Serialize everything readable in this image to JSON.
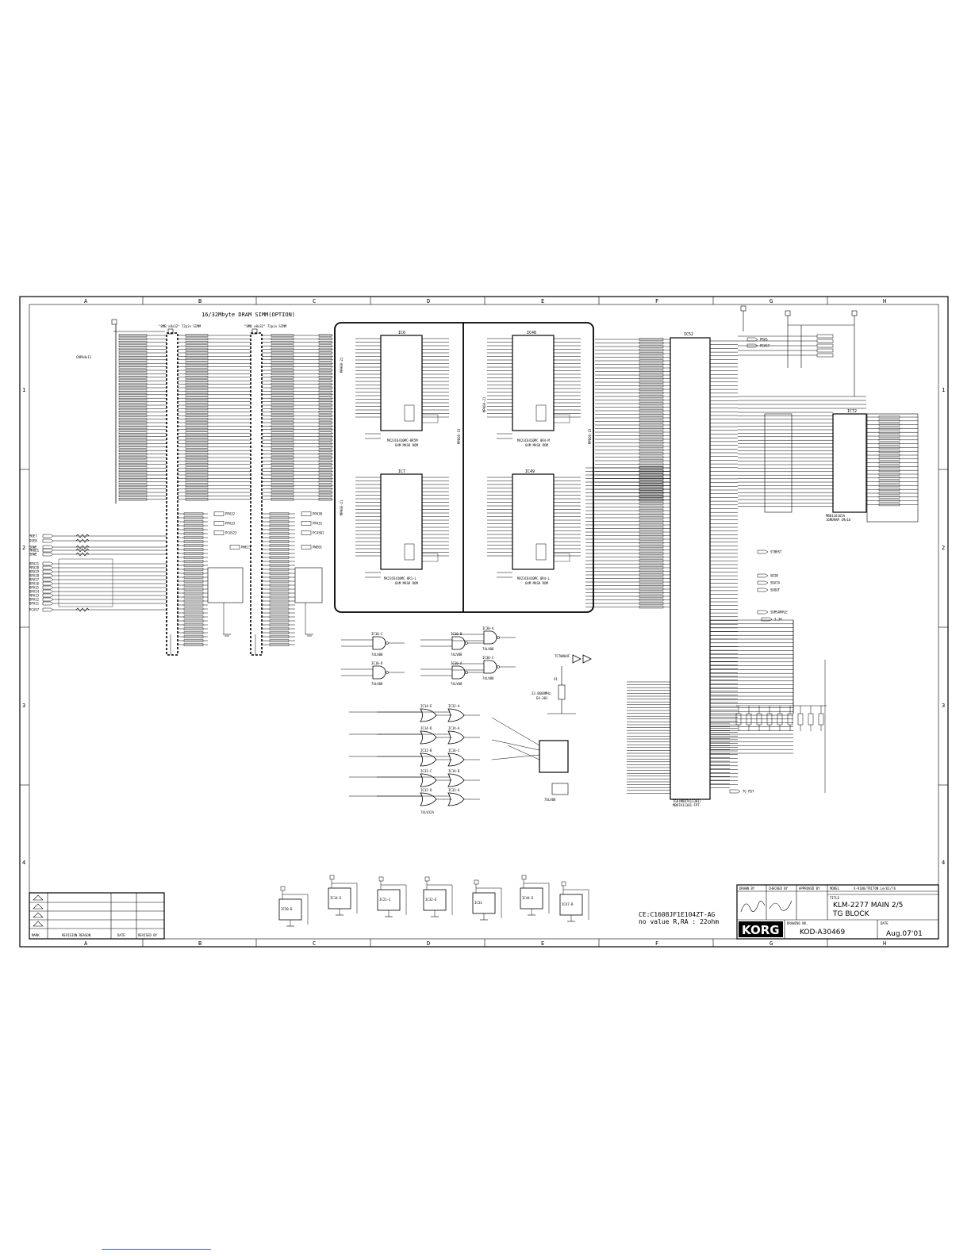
{
  "frame": {
    "columns": [
      "A",
      "B",
      "C",
      "D",
      "E",
      "F",
      "G",
      "H"
    ],
    "rows": [
      "1",
      "2",
      "3",
      "4"
    ]
  },
  "sections": {
    "simm_title": "16/32Mbyte DRAM SIMM(OPTION)",
    "simm_a_label": "\"8MB x8x32\" 72pin SIMM",
    "simm_b_label": "\"8MB x8x32\" 72pin SIMM",
    "bus_label": "CNPA4x11"
  },
  "chips": {
    "rom1": {
      "ref": "IC6",
      "part": "MX23C6410MC-8R5M",
      "desc": "64M MASK ROM"
    },
    "rom2": {
      "ref": "IC48",
      "part": "MX23C6410MC 8R4-M",
      "desc": "64M MASK ROM"
    },
    "rom3": {
      "ref": "IC7",
      "part": "MX23C6410MC 8R1-L",
      "desc": "64M MASK ROM"
    },
    "rom4": {
      "ref": "IC49",
      "part": "MX23C6410MC 8R4-L",
      "desc": "64M MASK ROM"
    },
    "tg": {
      "ref": "IC52",
      "part": "TG8(MB87A11301)",
      "sub": "MB87A11301-FPT-"
    },
    "dram": {
      "ref": "IC72",
      "part": "MB8116165A",
      "desc": "16MDRAM 1Mx16"
    },
    "buffer": {
      "ref": "IC21",
      "part": "74LV08"
    }
  },
  "gates": {
    "and_gates": [
      "IC10-C",
      "IC10-D",
      "IC10-B",
      "IC10-A",
      "IC30-A",
      "IC30-C"
    ],
    "and_part": "74LV08",
    "or_gates": [
      "IC14-E",
      "IC32-A",
      "IC14-D",
      "IC14-A",
      "IC32-B",
      "IC14-C",
      "IC32-C",
      "IC14-B",
      "IC32-D",
      "IC32-A"
    ],
    "or_part": "74LV32A",
    "inverter": "TC7WU04F",
    "crystal": "X1",
    "crystal_freq": "33.8688MHz",
    "crystal_part": "EA-301"
  },
  "left_signals": [
    "MOE7",
    "DSE8",
    "SRWE",
    "MROE1",
    "SRWE",
    "BPA21",
    "MPA20",
    "BPA19",
    "BPA18",
    "BPA17",
    "BPA16",
    "BPA15",
    "BPA14",
    "MPA13",
    "BPA12",
    "BPA11",
    "PCAS7"
  ],
  "right_signals": [
    "PRAS",
    "PCAS7",
    "STBRST",
    "SDIN",
    "SDATA",
    "SDOUT",
    "TG_RST",
    "SUMSAMPLE",
    "3.3V"
  ],
  "power": {
    "decoupling": [
      "IC50-D",
      "IC14-E",
      "IC21-C",
      "IC32-E",
      "IC33",
      "IC44-E",
      "IC47-B"
    ],
    "note_line1": "CE:C1608JF1E104ZT-AG",
    "note_line2": "no value R,RA : 22ohm"
  },
  "title_block": {
    "drawn_by_label": "DRAWN BY",
    "checked_by_label": "CHECKED BY",
    "approved_by_label": "APPROVED BY",
    "model_label": "MODEL",
    "model": "X-9180/TRITON Le/61/76",
    "title_label": "TITLE",
    "title_line1": "KLM-2277 MAIN 2/5",
    "title_line2": "TG BLOCK",
    "brand": "KORG",
    "drawing_no_label": "DRAWING NO.",
    "drawing_no": "KOD-A30469",
    "date_label": "DATE",
    "date": "Aug.07'01",
    "revision_headers": [
      "MARK",
      "REVISION REASON",
      "DATE",
      "REVISED BY"
    ]
  }
}
